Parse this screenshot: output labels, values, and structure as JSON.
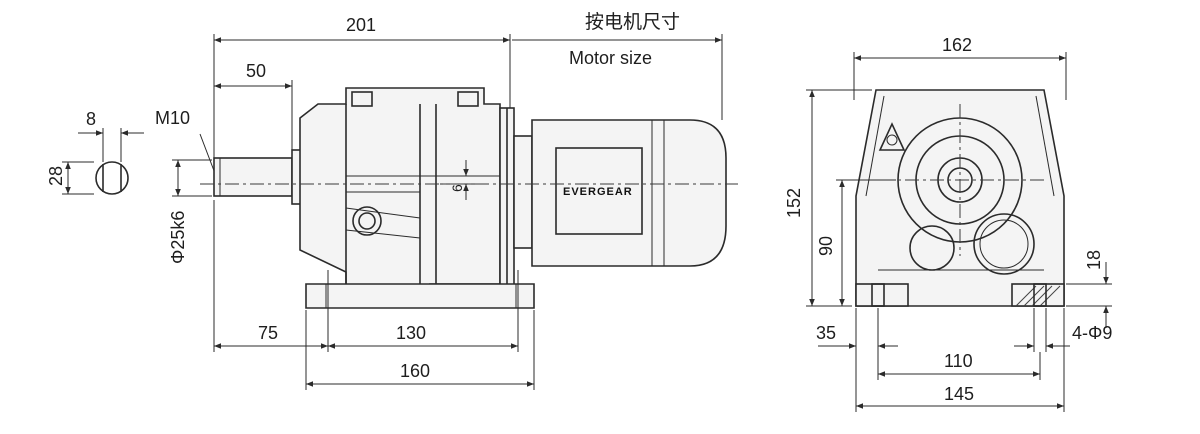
{
  "side_view": {
    "dim_overall": "201",
    "dim_shaft": "50",
    "dim_key_width": "8",
    "dim_key_height": "28",
    "thread": "M10",
    "shaft_dia": "Φ25k6",
    "dim_offset": "6",
    "dim_foot_left": "75",
    "dim_foot_holes": "130",
    "dim_foot_length": "160",
    "motor_label_cn": "按电机尺寸",
    "motor_label_en": "Motor size",
    "brand": "EVERGEAR"
  },
  "end_view": {
    "dim_width": "162",
    "dim_height": "152",
    "dim_center_height": "90",
    "dim_foot_thickness": "18",
    "dim_edge": "35",
    "dim_holes": "4-Φ9",
    "dim_hole_spacing": "110",
    "dim_base_width": "145"
  }
}
